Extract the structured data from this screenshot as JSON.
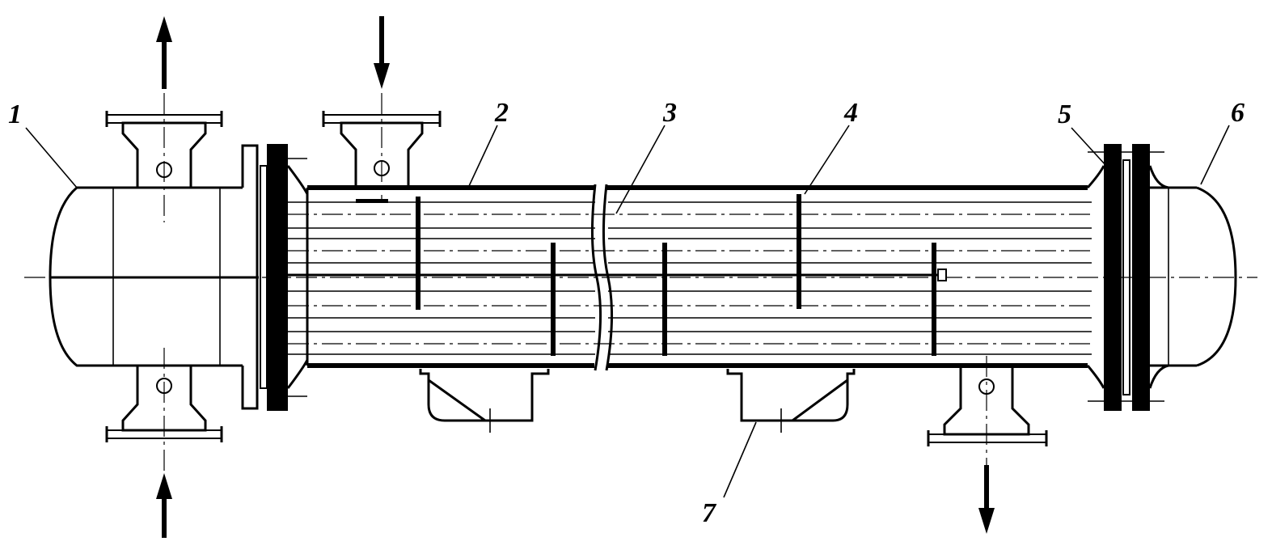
{
  "diagram": {
    "callouts": [
      {
        "id": "1",
        "text": "1"
      },
      {
        "id": "2",
        "text": "2"
      },
      {
        "id": "3",
        "text": "3"
      },
      {
        "id": "4",
        "text": "4"
      },
      {
        "id": "5",
        "text": "5"
      },
      {
        "id": "6",
        "text": "6"
      },
      {
        "id": "7",
        "text": "7"
      }
    ],
    "colors": {
      "ink": "#000000",
      "paper": "#ffffff"
    }
  }
}
